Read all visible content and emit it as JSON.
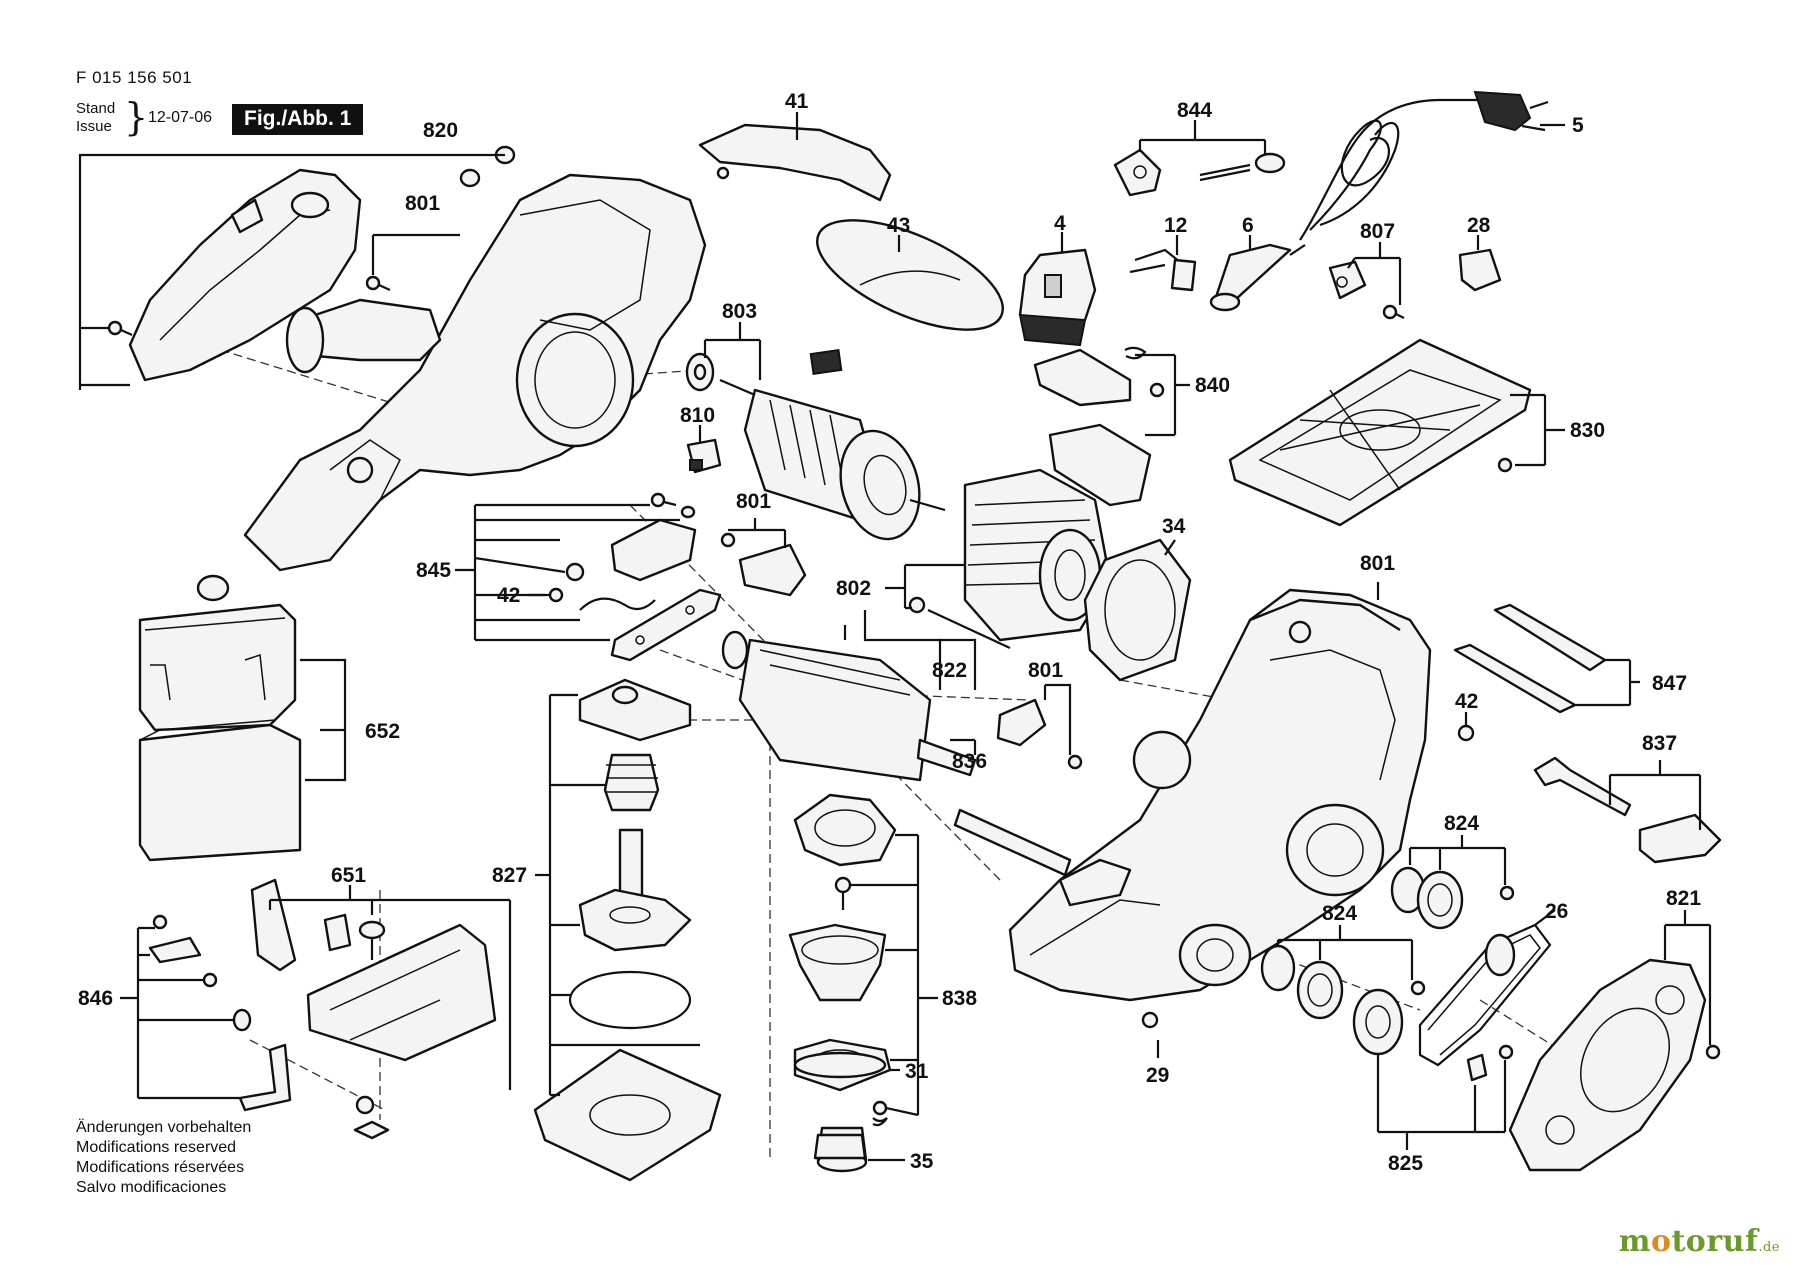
{
  "header": {
    "document_number": "F 015 156 501",
    "stand_label_de": "Stand",
    "stand_label_en": "Issue",
    "date": "12-07-06",
    "figure_label": "Fig./Abb. 1"
  },
  "callouts": {
    "c820": "820",
    "c801a": "801",
    "c41": "41",
    "c43": "43",
    "c844": "844",
    "c5": "5",
    "c4": "4",
    "c12": "12",
    "c6": "6",
    "c807": "807",
    "c28": "28",
    "c803": "803",
    "c840": "840",
    "c830": "830",
    "c810": "810",
    "c801b": "801",
    "c845": "845",
    "c42a": "42",
    "c802": "802",
    "c34": "34",
    "c801c": "801",
    "c822": "822",
    "c801d": "801",
    "c836": "836",
    "c652": "652",
    "c847": "847",
    "c42b": "42",
    "c837": "837",
    "c827": "827",
    "c651": "651",
    "c824a": "824",
    "c824b": "824",
    "c821": "821",
    "c26": "26",
    "c846": "846",
    "c838": "838",
    "c31": "31",
    "c35": "35",
    "c29": "29",
    "c825": "825"
  },
  "notes": [
    "Änderungen vorbehalten",
    "Modifications reserved",
    "Modifications réservées",
    "Salvo modificaciones"
  ],
  "brand": {
    "name_prefix": "m",
    "name_o": "o",
    "name_rest": "toruf",
    "tld": ".de"
  }
}
